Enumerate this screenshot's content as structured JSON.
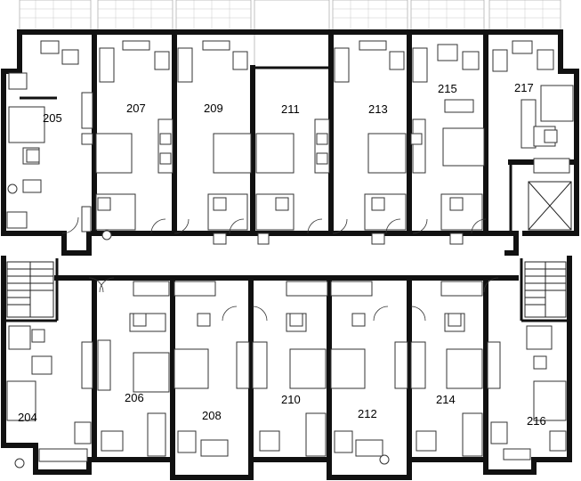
{
  "floor_plan": {
    "units_top": [
      {
        "id": "unit-205",
        "label": "205"
      },
      {
        "id": "unit-207",
        "label": "207"
      },
      {
        "id": "unit-209",
        "label": "209"
      },
      {
        "id": "unit-211",
        "label": "211"
      },
      {
        "id": "unit-213",
        "label": "213"
      },
      {
        "id": "unit-215",
        "label": "215"
      },
      {
        "id": "unit-217",
        "label": "217"
      }
    ],
    "units_bottom": [
      {
        "id": "unit-204",
        "label": "204"
      },
      {
        "id": "unit-206",
        "label": "206"
      },
      {
        "id": "unit-208",
        "label": "208"
      },
      {
        "id": "unit-210",
        "label": "210"
      },
      {
        "id": "unit-212",
        "label": "212"
      },
      {
        "id": "unit-214",
        "label": "214"
      },
      {
        "id": "unit-216",
        "label": "216"
      }
    ]
  }
}
